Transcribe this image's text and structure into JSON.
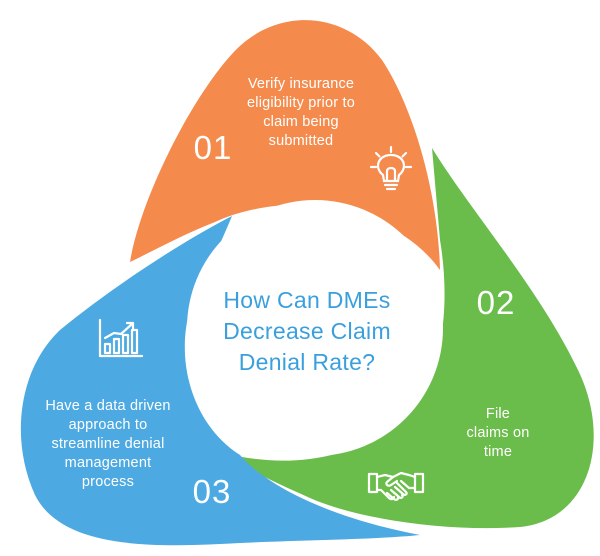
{
  "center": {
    "line1": "How Can DMEs",
    "line2": "Decrease Claim",
    "line3": "Denial Rate?"
  },
  "steps": [
    {
      "number": "01",
      "lines": [
        "Verify insurance",
        "eligibility prior to",
        "claim being",
        "submitted"
      ],
      "color": "#f58a4d",
      "icon": "lightbulb-icon"
    },
    {
      "number": "02",
      "lines": [
        "File",
        "claims on",
        "time"
      ],
      "color": "#6bbd4b",
      "icon": "handshake-icon"
    },
    {
      "number": "03",
      "lines": [
        "Have a data driven",
        "approach to",
        "streamline denial",
        "management",
        "process"
      ],
      "color": "#4da9e2",
      "icon": "bar-chart-icon"
    }
  ],
  "colors": {
    "title": "#3aa0dd",
    "background": "#ffffff"
  }
}
